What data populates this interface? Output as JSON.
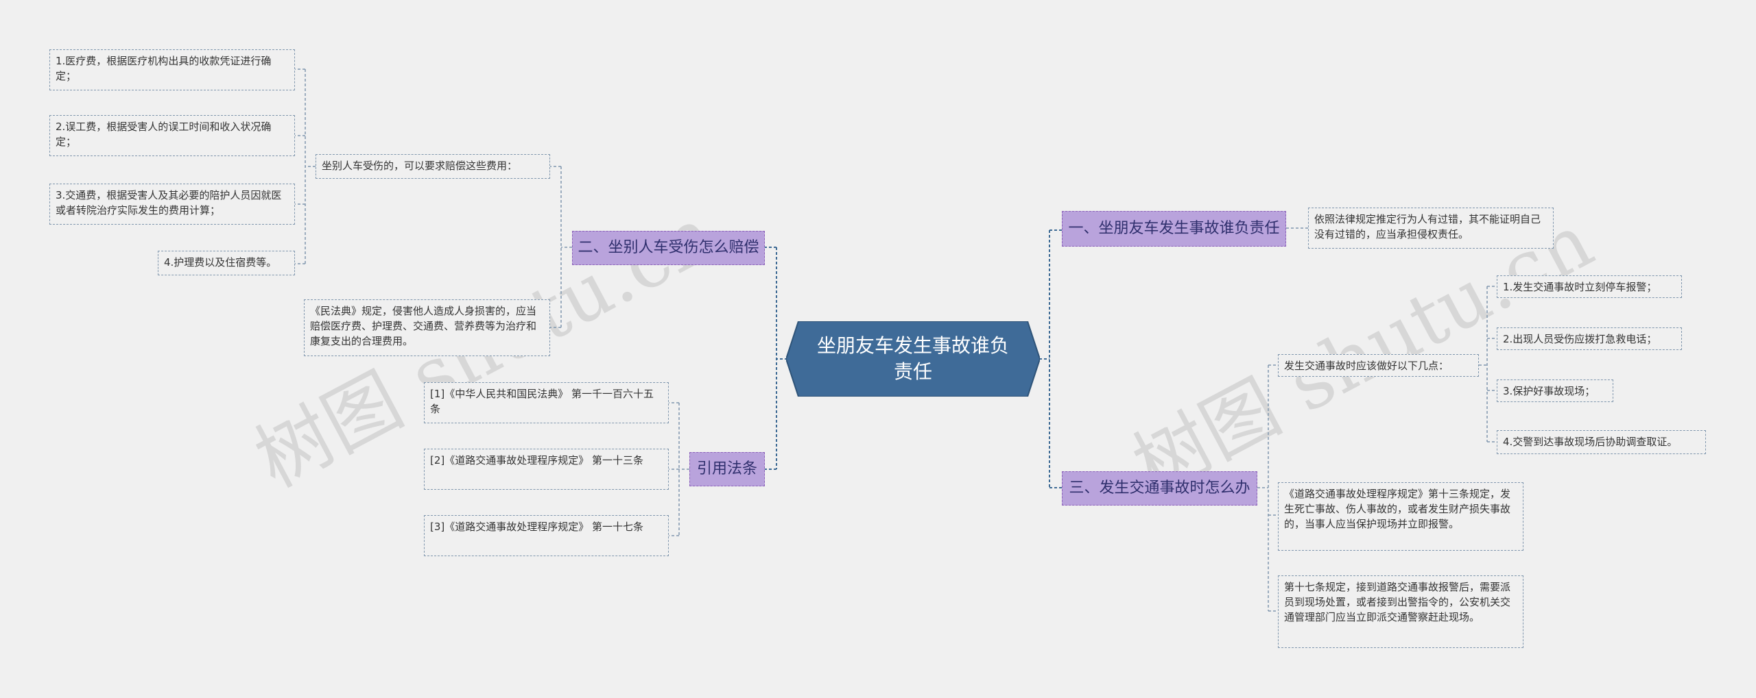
{
  "root": {
    "title": "坐朋友车发生事故谁负责任"
  },
  "watermark": "树图 shutu.cn",
  "branches": {
    "b1": {
      "label": "一、坐朋友车发生事故谁负责任",
      "child": "依照法律规定推定行为人有过错，其不能证明自己没有过错的，应当承担侵权责任。"
    },
    "b2": {
      "label": "二、坐别人车受伤怎么赔偿",
      "intro": "坐别人车受伤的，可以要求赔偿这些费用：",
      "items": [
        "1.医疗费，根据医疗机构出具的收款凭证进行确定；",
        "2.误工费，根据受害人的误工时间和收入状况确定；",
        "3.交通费，根据受害人及其必要的陪护人员因就医或者转院治疗实际发生的费用计算；",
        "4.护理费以及住宿费等。"
      ],
      "law": "《民法典》规定，侵害他人造成人身损害的，应当赔偿医疗费、护理费、交通费、营养费等为治疗和康复支出的合理费用。"
    },
    "b3": {
      "label": "三、发生交通事故时怎么办",
      "intro": "发生交通事故时应该做好以下几点：",
      "items": [
        "1.发生交通事故时立刻停车报警；",
        "2.出现人员受伤应拨打急救电话；",
        "3.保护好事故现场；",
        "4.交警到达事故现场后协助调查取证。"
      ],
      "rule13": "《道路交通事故处理程序规定》第十三条规定，发生死亡事故、伤人事故的，或者发生财产损失事故的，当事人应当保护现场并立即报警。",
      "rule17": "第十七条规定，接到道路交通事故报警后，需要派员到现场处置，或者接到出警指令的，公安机关交通管理部门应当立即派交通警察赶赴现场。"
    },
    "b4": {
      "label": "引用法条",
      "refs": [
        "[1]《中华人民共和国民法典》 第一千一百六十五条",
        "[2]《道路交通事故处理程序规定》 第一十三条",
        "[3]《道路交通事故处理程序规定》 第一十七条"
      ]
    }
  }
}
